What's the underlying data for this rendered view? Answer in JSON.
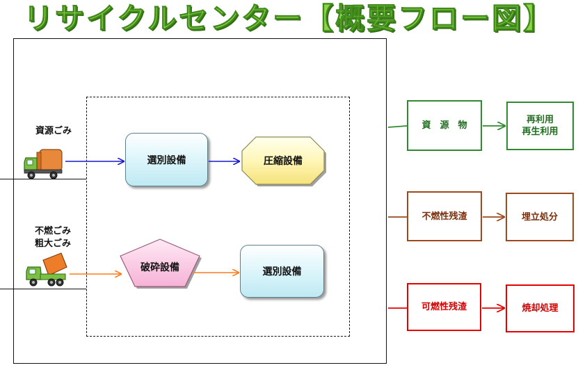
{
  "title": "リサイクルセンター【概要フロー図】",
  "inputs": {
    "recyclable": "資源ごみ",
    "nonburnable": "不燃ごみ",
    "bulky": "粗大ごみ"
  },
  "processes": {
    "sorting_1": "選別設備",
    "compression": "圧縮設備",
    "crushing": "破砕設備",
    "sorting_2": "選別設備"
  },
  "outputs": {
    "resources": "資　源　物",
    "reuse_line1": "再利用",
    "reuse_line2": "再生利用",
    "nonburnable_residue": "不燃性残渣",
    "landfill": "埋立処分",
    "burnable_residue": "可燃性残渣",
    "incineration": "焼却処理"
  },
  "colors": {
    "blue_flow": "#1a1acc",
    "orange_flow": "#ff7a1a",
    "green_flow": "#2f8a2f",
    "brown_flow": "#9a4a1e",
    "red_flow": "#e60000"
  },
  "icons": {
    "recyclable_truck": "packer-truck-icon",
    "dump_truck": "dump-truck-icon"
  }
}
